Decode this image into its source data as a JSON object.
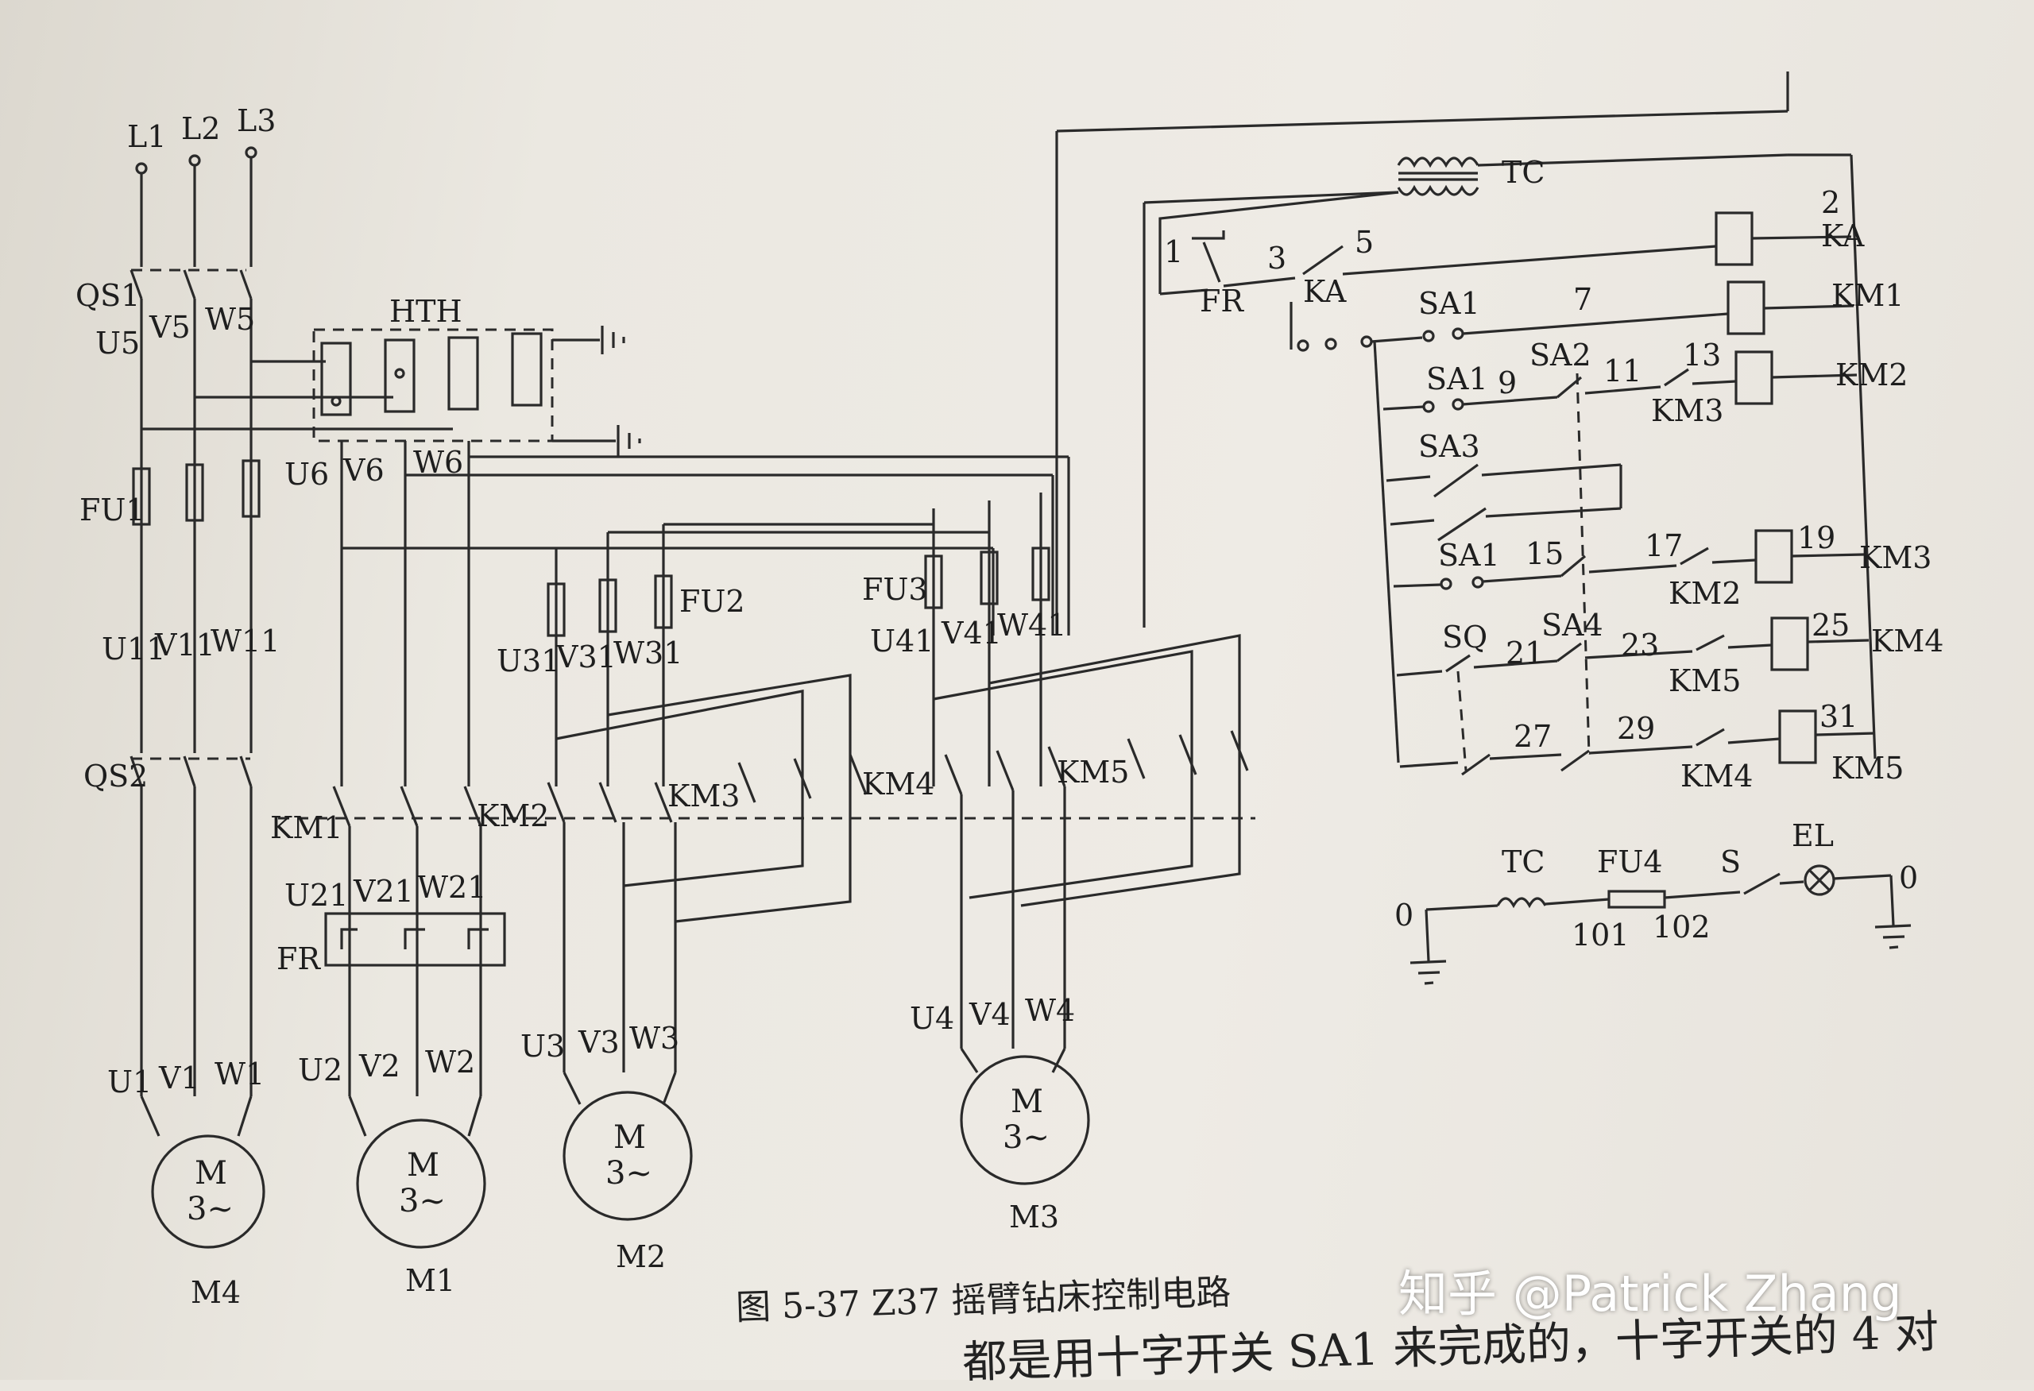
{
  "diagram": {
    "labels": {
      "L1": "L1",
      "L2": "L2",
      "L3": "L3",
      "QS1": "QS1",
      "U5": "U5",
      "V5": "V5",
      "W5": "W5",
      "HTH": "HTH",
      "U6": "U6",
      "V6": "V6",
      "W6": "W6",
      "FU1": "FU1",
      "FU2": "FU2",
      "FU3": "FU3",
      "FU4": "FU4",
      "U11": "U11",
      "V11": "V11",
      "W11": "W11",
      "U31": "U31",
      "V31": "V31",
      "W31": "W31",
      "U41": "U41",
      "V41": "V41",
      "W41": "W41",
      "QS2": "QS2",
      "KM1": "KM1",
      "KM2": "KM2",
      "KM3": "KM3",
      "KM4": "KM4",
      "KM5": "KM5",
      "U21": "U21",
      "V21": "V21",
      "W21": "W21",
      "FR": "FR",
      "U1": "U1",
      "V1": "V1",
      "W1": "W1",
      "U2": "U2",
      "V2": "V2",
      "W2": "W2",
      "U3": "U3",
      "V3": "V3",
      "W3": "W3",
      "U4": "U4",
      "V4": "V4",
      "W4": "W4",
      "M_motor": "M",
      "phase3": "3~",
      "M4": "M4",
      "M1": "M1",
      "M2": "M2",
      "M3": "M3",
      "TC": "TC",
      "KA": "KA",
      "SA1": "SA1",
      "SA2": "SA2",
      "SA3": "SA3",
      "SA4": "SA4",
      "SQ": "SQ",
      "EL": "EL",
      "S": "S",
      "n0": "0",
      "n1": "1",
      "n2": "2",
      "n3": "3",
      "n5": "5",
      "n7": "7",
      "n9": "9",
      "n11": "11",
      "n13": "13",
      "n15": "15",
      "n17": "17",
      "n19": "19",
      "n21": "21",
      "n23": "23",
      "n25": "25",
      "n27": "27",
      "n29": "29",
      "n31": "31",
      "n101": "101",
      "n102": "102"
    }
  },
  "caption": {
    "figure": "图 5-37   Z37 摇臂钻床控制电路",
    "continuation": "都是用十字开关 SA1 来完成的，十字开关的 4 对"
  },
  "watermark": "知乎 @Patrick Zhang"
}
